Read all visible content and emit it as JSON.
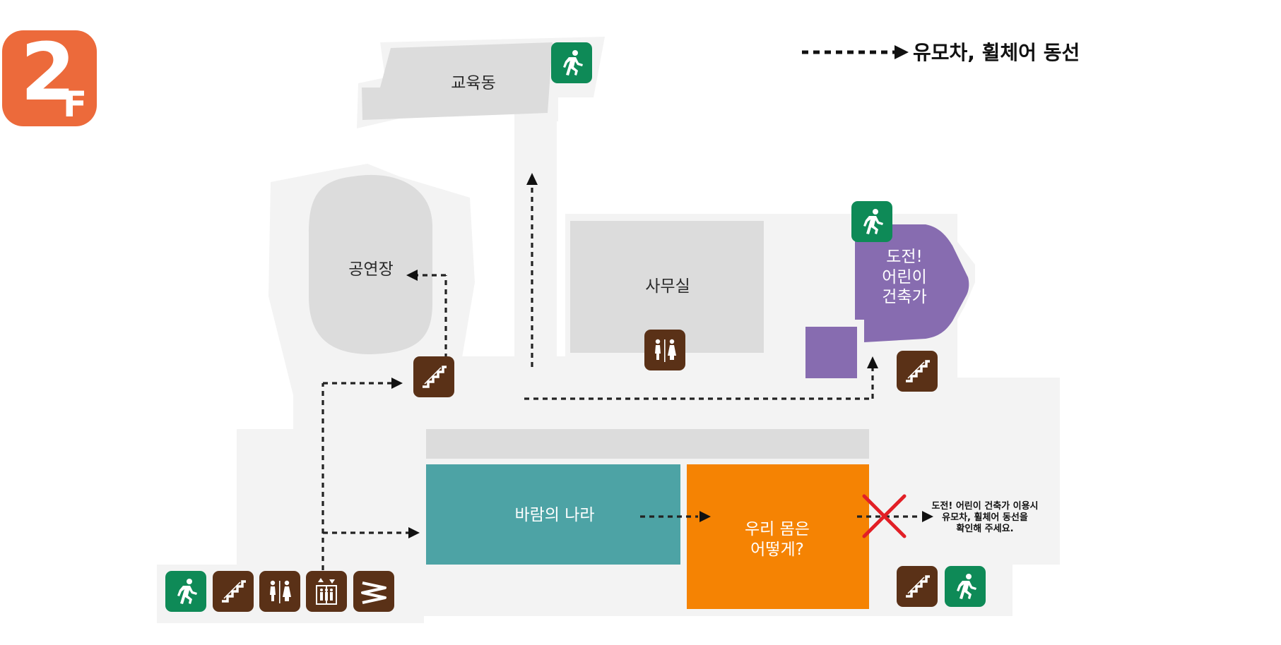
{
  "floor": {
    "number": "2",
    "suffix": "F",
    "badge_color": "#ec6a3b"
  },
  "legend": {
    "label": "유모차, 휠체어 동선",
    "line_style": "dashed-arrow"
  },
  "rooms": {
    "education": "교육동",
    "theater": "공연장",
    "office": "사무실",
    "challenge": "도전!\n어린이\n건축가",
    "wind": "바람의 나라",
    "body": "우리 몸은\n어떻게?"
  },
  "note": "도전! 어린이 건축가 이용시\n유모차, 휠체어 동선을\n확인해 주세요.",
  "colors": {
    "exit": "#0e8a57",
    "facility": "#5a3117",
    "challenge_room": "#876cb0",
    "wind_room": "#4da3a5",
    "body_room": "#f58303",
    "blocked_mark": "#e21f26"
  },
  "icons": {
    "exit": "emergency-exit-icon",
    "stairs": "stairs-icon",
    "restroom": "restroom-icon",
    "elevator": "elevator-icon",
    "ramp": "ramp-icon",
    "blocked": "blocked-x-icon"
  }
}
